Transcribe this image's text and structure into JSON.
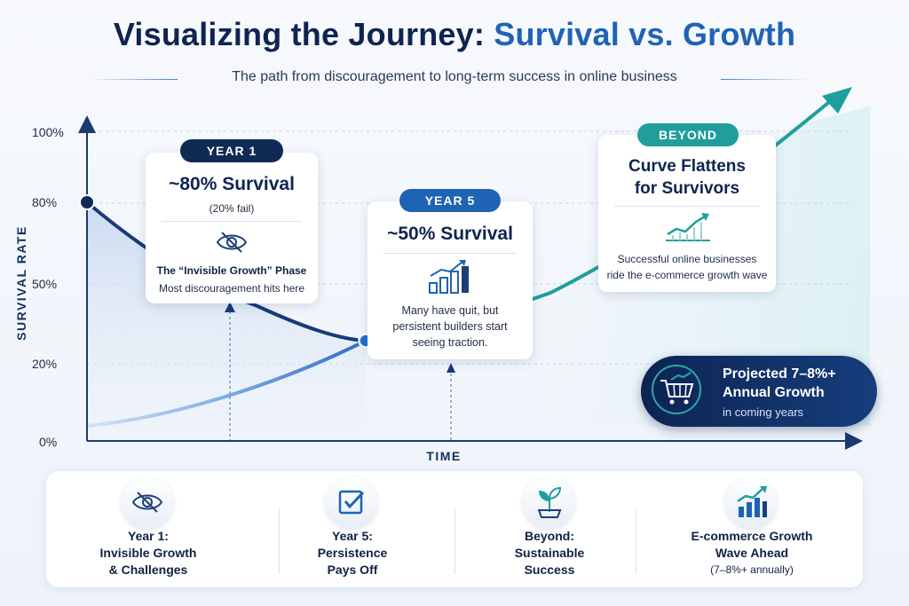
{
  "header": {
    "title_part1": "Visualizing the Journey: ",
    "title_part2": "Survival vs. Growth",
    "subtitle": "The path from discouragement to long-term success in online business"
  },
  "axes": {
    "ylabel": "SURVIVAL RATE",
    "xlabel": "TIME",
    "yticks": [
      "100%",
      "80%",
      "50%",
      "20%",
      "0%"
    ]
  },
  "cards": {
    "year1": {
      "pill": "YEAR 1",
      "heading": "~80% Survival",
      "note": "(20% fail)",
      "icon": "eye-slash-icon",
      "phase": "The “Invisible Growth” Phase",
      "body": "Most discouragement hits here"
    },
    "year5": {
      "pill": "YEAR 5",
      "heading": "~50% Survival",
      "icon": "bar-chart-growth-icon",
      "body_line1": "Many have quit, but",
      "body_line2": "persistent builders start",
      "body_line3": "seeing traction."
    },
    "beyond": {
      "pill": "BEYOND",
      "heading_line1": "Curve Flattens",
      "heading_line2": "for Survivors",
      "icon": "trend-chart-icon",
      "body_line1": "Successful online businesses",
      "body_line2": "ride the e-commerce growth wave"
    }
  },
  "projection": {
    "line1": "Projected 7–8%+",
    "line2": "Annual Growth",
    "line3": "in coming years",
    "icon": "cart-growth-icon"
  },
  "summary": [
    {
      "icon": "eye-slash-icon",
      "line1": "Year 1:",
      "line2": "Invisible Growth",
      "line3": "& Challenges",
      "note": ""
    },
    {
      "icon": "checkbox-icon",
      "line1": "Year 5:",
      "line2": "Persistence",
      "line3": "Pays Off",
      "note": ""
    },
    {
      "icon": "sprout-icon",
      "line1": "Beyond:",
      "line2": "Sustainable",
      "line3": "Success",
      "note": ""
    },
    {
      "icon": "growth-chart-icon",
      "line1": "E-commerce Growth",
      "line2": "Wave Ahead",
      "line3": "",
      "note": "(7–8%+ annually)"
    }
  ],
  "colors": {
    "navy": "#0f2450",
    "blue": "#1f63b5",
    "teal": "#1f9e9d"
  }
}
